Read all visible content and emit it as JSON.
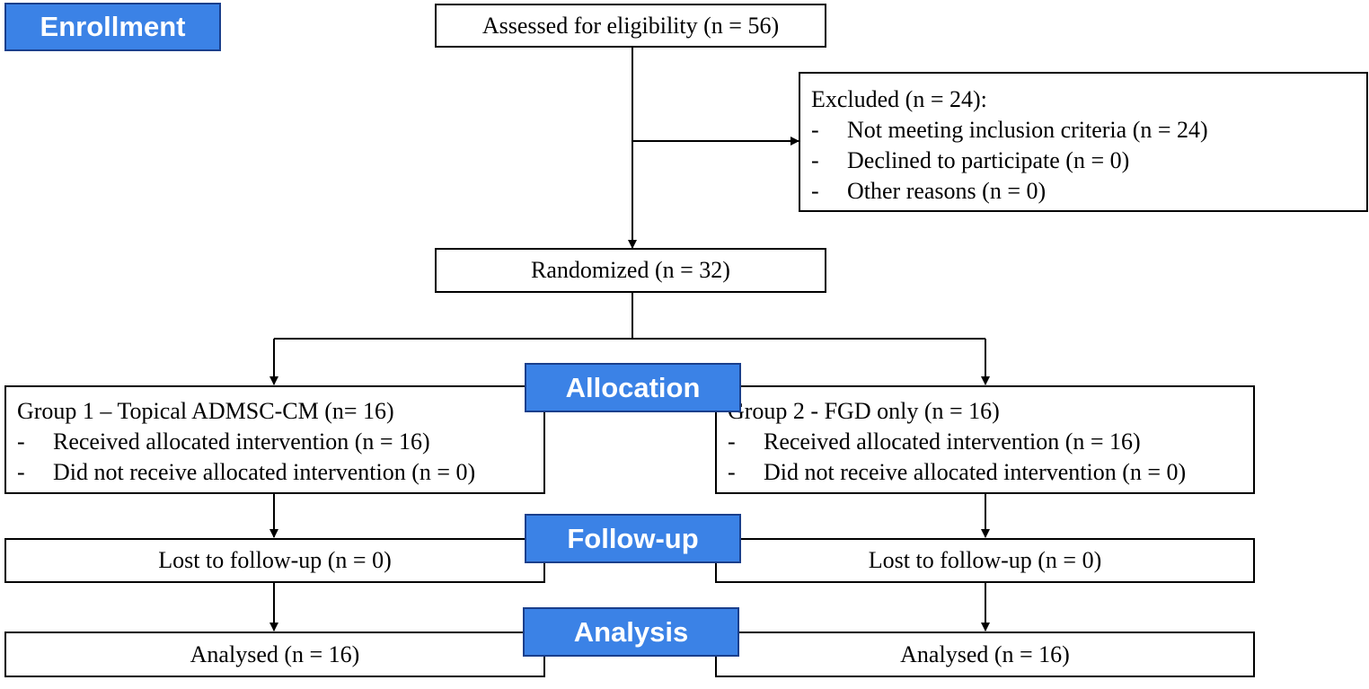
{
  "colors": {
    "stage_fill": "#3b82e6",
    "stage_border": "#1a3f8c",
    "line": "#000000"
  },
  "stages": {
    "enrollment": "Enrollment",
    "allocation": "Allocation",
    "follow_up": "Follow-up",
    "analysis": "Analysis"
  },
  "assessed": "Assessed for eligibility (n = 56)",
  "excluded": {
    "title": "Excluded (n = 24):",
    "items": [
      "Not meeting inclusion criteria (n = 24)",
      "Declined to participate (n = 0)",
      "Other reasons (n = 0)"
    ]
  },
  "randomized": "Randomized (n = 32)",
  "group1": {
    "title": "Group 1 – Topical ADMSC-CM (n= 16)",
    "items": [
      "Received allocated intervention (n = 16)",
      "Did not receive allocated intervention (n = 0)"
    ],
    "follow_up": "Lost to follow-up (n = 0)",
    "analysed": "Analysed (n = 16)"
  },
  "group2": {
    "title": "Group 2 - FGD only (n = 16)",
    "items": [
      "Received allocated intervention (n = 16)",
      "Did not receive allocated intervention (n = 0)"
    ],
    "follow_up": "Lost to follow-up (n = 0)",
    "analysed": "Analysed (n = 16)"
  },
  "dash": "-"
}
